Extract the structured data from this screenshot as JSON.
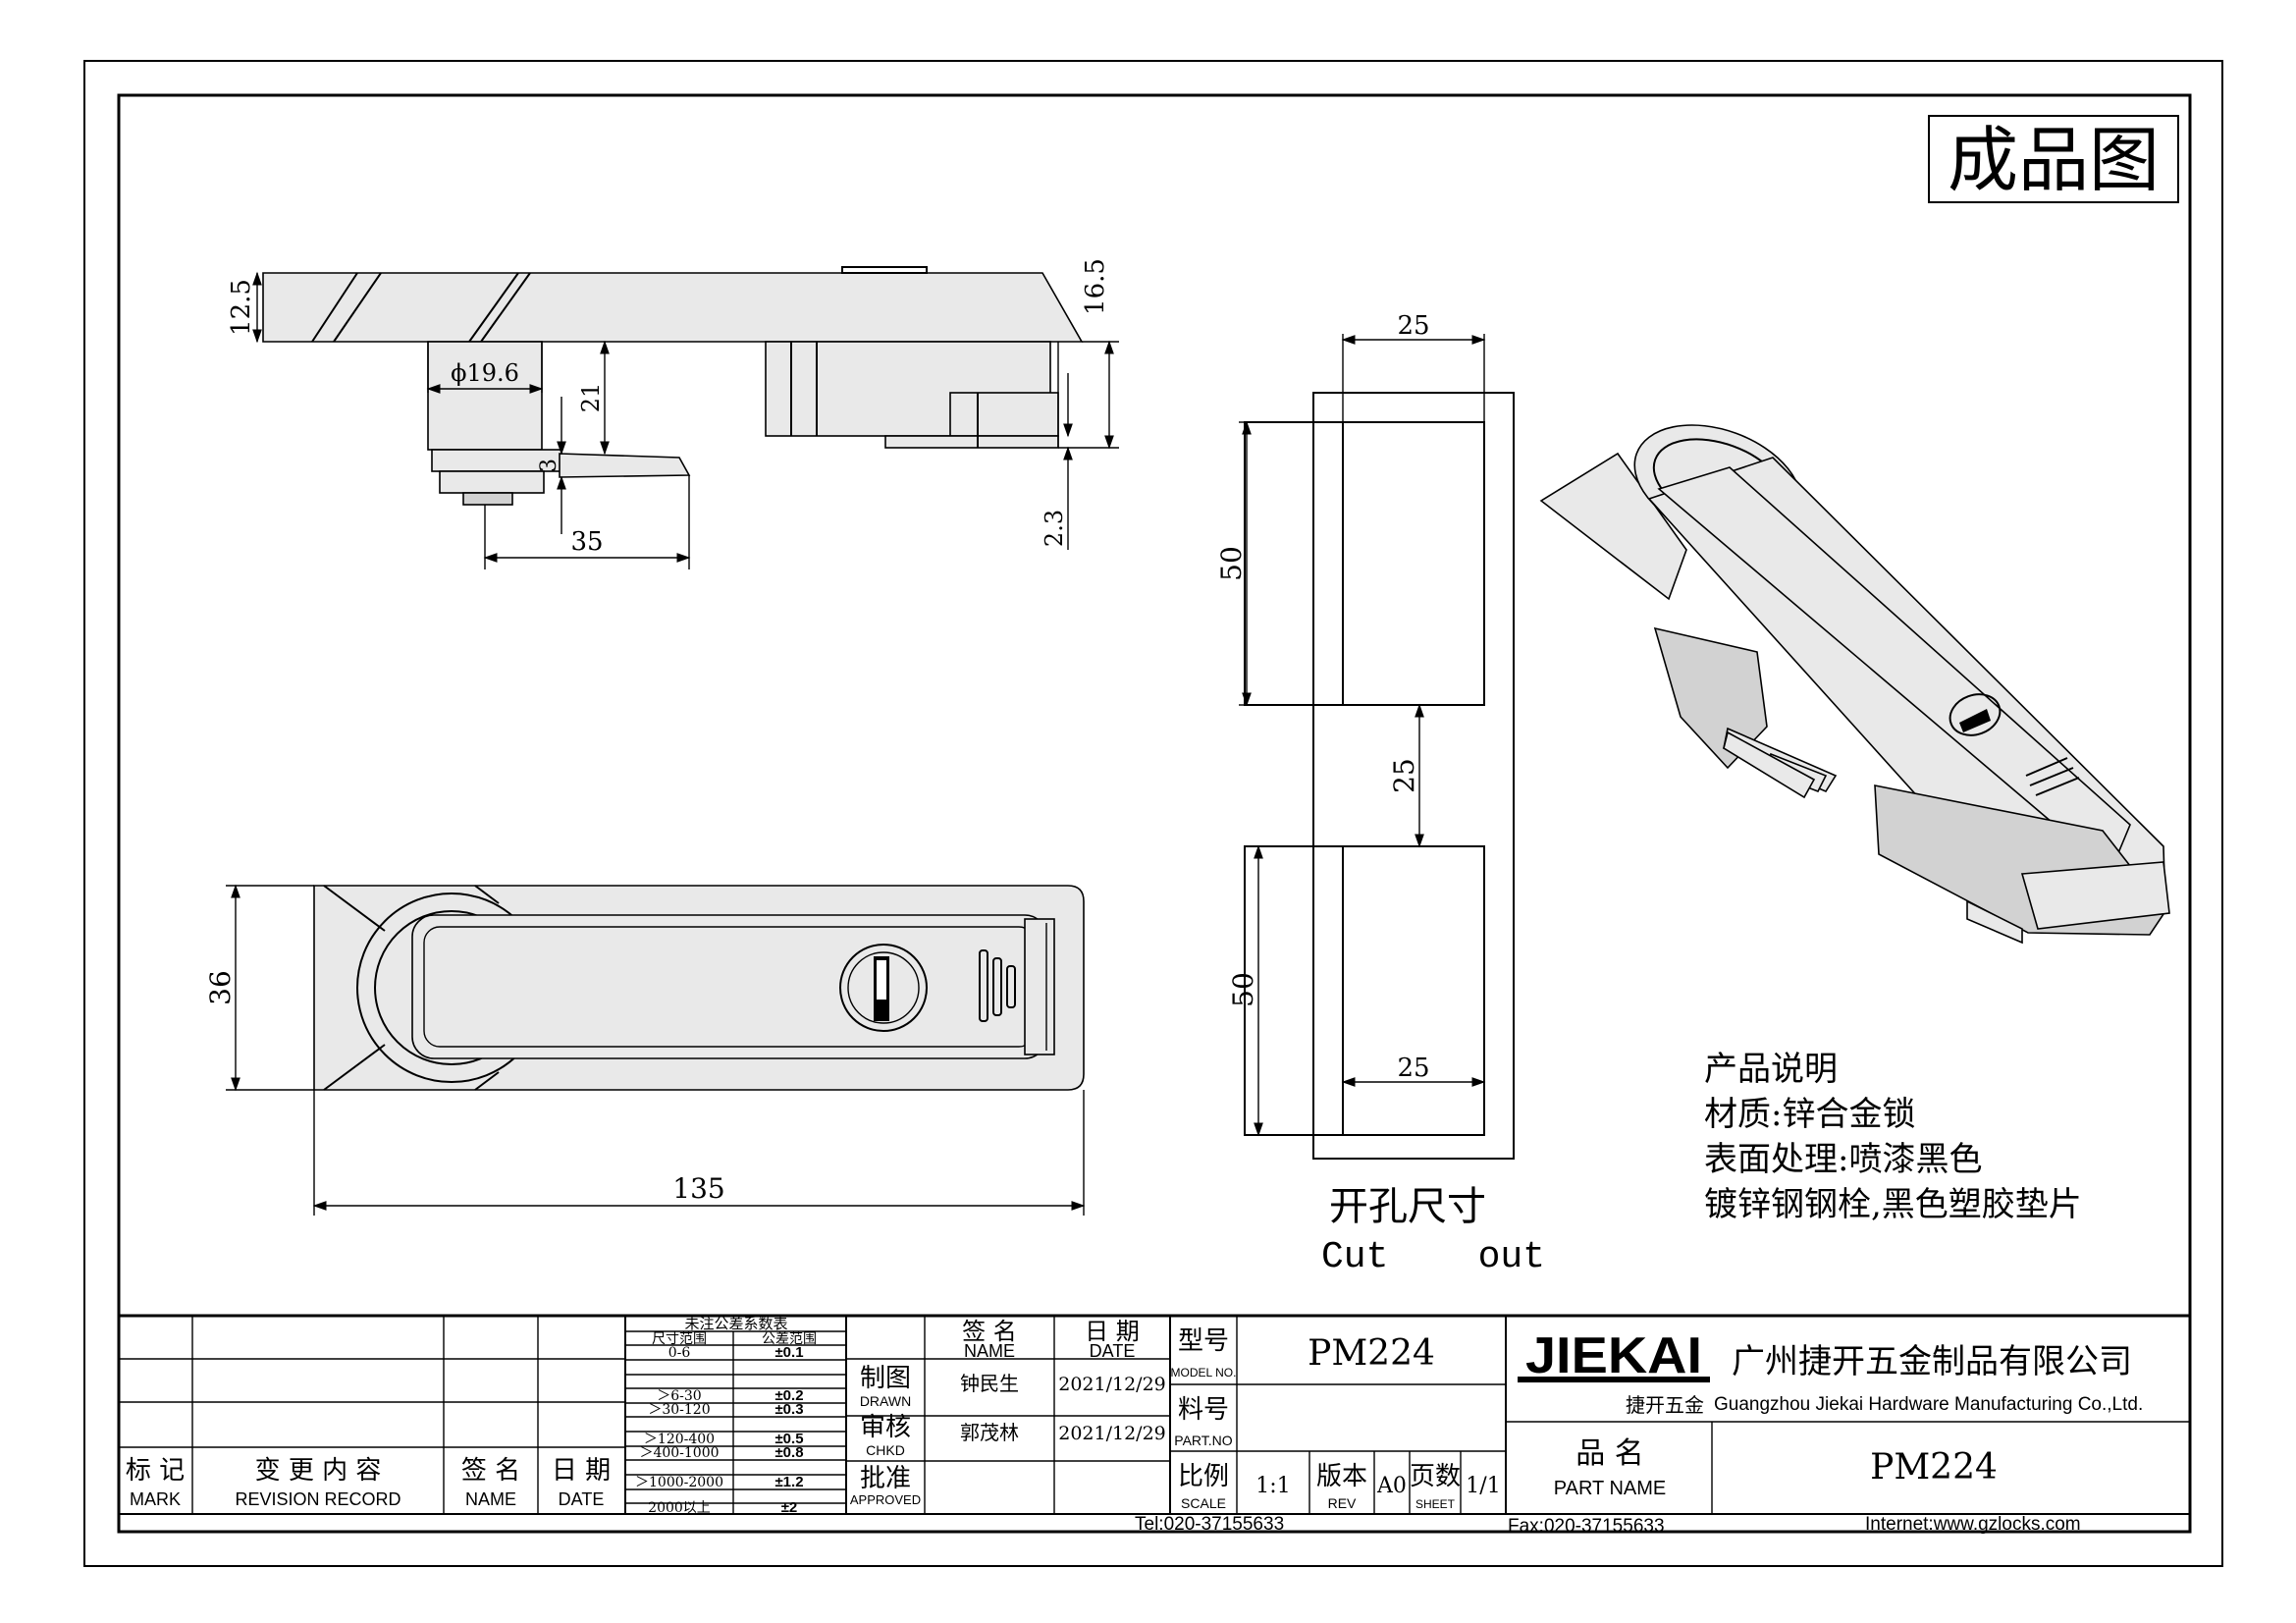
{
  "header": {
    "title_badge": "成品图"
  },
  "side_view": {
    "dim_thickness": "12.5",
    "dim_height": "16.5",
    "dim_diameter": "ϕ19.6",
    "dim_depth": "21",
    "dim_cam": "3",
    "dim_cam_length": "35",
    "dim_gap": "2.3"
  },
  "front_view": {
    "dim_width": "36",
    "dim_length": "135"
  },
  "cutout": {
    "dim_top_width": "25",
    "dim_upper_height": "50",
    "dim_spacing": "25",
    "dim_lower_height": "50",
    "dim_bottom_width": "25",
    "title_cn": "开孔尺寸",
    "title_en": "Cut    out"
  },
  "product_notes": {
    "heading": "产品说明",
    "lines": [
      "材质:锌合金锁",
      "表面处理:喷漆黑色",
      "镀锌钢钢栓,黑色塑胶垫片"
    ]
  },
  "tolerance_table": {
    "title": "未注公差系数表",
    "col_range": "尺寸范围",
    "col_tol": "公差范围",
    "rows": [
      {
        "range": "0-6",
        "tol": "±0.1"
      },
      {
        "range": "＞6-30",
        "tol": "±0.2"
      },
      {
        "range": "＞30-120",
        "tol": "±0.3"
      },
      {
        "range": "＞120-400",
        "tol": "±0.5"
      },
      {
        "range": "＞400-1000",
        "tol": "±0.8"
      },
      {
        "range": "＞1000-2000",
        "tol": "±1.2"
      },
      {
        "range": "2000以上",
        "tol": "±2"
      }
    ]
  },
  "revision": {
    "mark_cn": "标 记",
    "mark_en": "MARK",
    "record_cn": "变 更 内 容",
    "record_en": "REVISION RECORD",
    "name_cn": "签 名",
    "name_en": "NAME",
    "date_cn": "日 期",
    "date_en": "DATE"
  },
  "signoff": {
    "name_cn": "签 名",
    "name_en": "NAME",
    "date_cn": "日 期",
    "date_en": "DATE",
    "drawn_cn": "制图",
    "drawn_en": "DRAWN",
    "drawn_name": "钟民生",
    "drawn_date": "2021/12/29",
    "chkd_cn": "审核",
    "chkd_en": "CHKD",
    "chkd_name": "郭茂林",
    "chkd_date": "2021/12/29",
    "approved_cn": "批准",
    "approved_en": "APPROVED"
  },
  "model": {
    "label_cn": "型号",
    "label_en": "MODEL NO.",
    "value": "PM224"
  },
  "part_no": {
    "label_cn": "料号",
    "label_en": "PART.NO"
  },
  "scale": {
    "label_cn": "比例",
    "label_en": "SCALE",
    "value": "1:1"
  },
  "rev": {
    "label_cn": "版本",
    "label_en": "REV",
    "value": "A0"
  },
  "sheet": {
    "label_cn": "页数",
    "label_en": "SHEET",
    "value": "1/1"
  },
  "company": {
    "logo": "JIEKAI",
    "logo_sub": "捷开五金",
    "name_cn": "广州捷开五金制品有限公司",
    "name_en": "Guangzhou Jiekai Hardware Manufacturing Co.,Ltd."
  },
  "part_name": {
    "label_cn": "品 名",
    "label_en": "PART NAME",
    "value": "PM224"
  },
  "footer": {
    "tel": "Tel:020-37155633",
    "fax": "Fax:020-37155633",
    "internet": "Internet:www.gzlocks.com"
  },
  "colors": {
    "line": "#000000",
    "paper": "#ffffff",
    "shade": "#e9e9e9"
  }
}
